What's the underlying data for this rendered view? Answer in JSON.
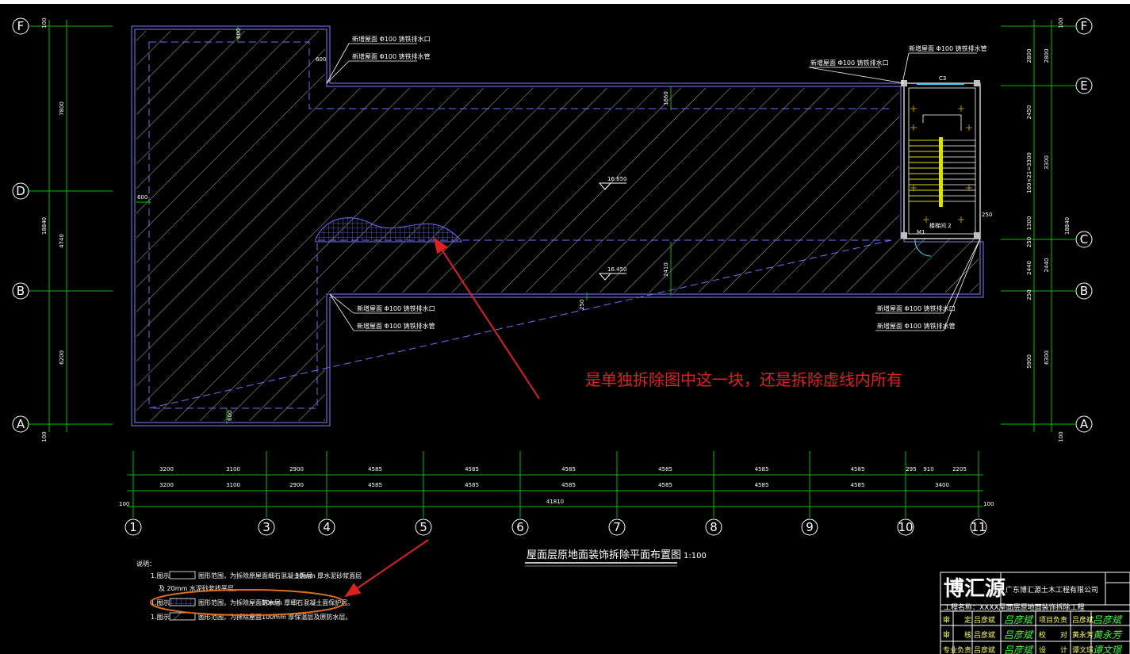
{
  "axes": {
    "rows": [
      {
        "label": "F",
        "side": "both"
      },
      {
        "label": "E",
        "side": "right"
      },
      {
        "label": "D",
        "side": "left"
      },
      {
        "label": "C",
        "side": "right"
      },
      {
        "label": "B",
        "side": "both"
      },
      {
        "label": "A",
        "side": "both"
      }
    ],
    "cols": [
      "1",
      "3",
      "4",
      "5",
      "6",
      "7",
      "8",
      "9",
      "10",
      "11"
    ]
  },
  "dimensions": {
    "bottom_row1": [
      "3200",
      "3100",
      "2900",
      "4585",
      "4585",
      "4585",
      "4585",
      "4585",
      "4585",
      "295",
      "910",
      "2205"
    ],
    "bottom_row2": [
      "3200",
      "3100",
      "2900",
      "4585",
      "4585",
      "4585",
      "4585",
      "4585",
      "4585",
      "3400"
    ],
    "total": "41810",
    "end_left": "100",
    "end_right": "100",
    "left_outer": [
      "7800",
      "4740",
      "6200"
    ],
    "left_total": "18840",
    "left_ends": [
      "100",
      "100"
    ],
    "right_inner": [
      "2800",
      "2450",
      "100×21=3300",
      "1300",
      "250",
      "2440",
      "250",
      "5900"
    ],
    "right_outer": [
      "2800",
      "3300",
      "2440",
      "6300"
    ],
    "right_total": "18840",
    "right_ends": [
      "100",
      "100"
    ],
    "plan_600_a": "600",
    "plan_600_b": "600",
    "plan_600_c": "600",
    "plan_600_d": "600",
    "plan_1660": "1660",
    "plan_2410": "2410",
    "plan_250": "250",
    "plan_250_b": "250",
    "elev_1": "16.650",
    "elev_2": "16.450",
    "stair_c3": "C3",
    "stair_m1": "M1",
    "stair_note": "楼梯间 2"
  },
  "callouts": {
    "tl_1": "新增屋面 Φ100 铸铁排水口",
    "tl_2": "新增屋面 Φ100 铸铁排水管",
    "ml_1": "新增屋面 Φ100 铸铁排水口",
    "ml_2": "新增屋面 Φ100 铸铁排水管",
    "tr_1": "新增屋面 Φ100 铸铁排水口",
    "tr_2": "新增屋面 Φ100 铸铁排水管",
    "br_1": "新增屋面 Φ100 铸铁排水口",
    "br_2": "新增屋面 Φ100 铸铁排水管"
  },
  "annotation": {
    "question": "是单独拆除图中这一块，还是拆除虚线内所有",
    "arrow_color": "#e02020",
    "highlight_color": "#e07020"
  },
  "drawing_title": {
    "title": "屋面层原地面装饰拆除平面布置图",
    "scale": "1:100"
  },
  "legend": {
    "heading": "说明：",
    "items": [
      {
        "prefix": "1.图示",
        "text": "图形范围，为拆除原屋面细石混凝土面层",
        "tail": "30mm 厚水泥砂浆面层"
      },
      {
        "prefix": "",
        "text": "及 20mm 水泥砂浆找平层。",
        "tail": ""
      },
      {
        "prefix": "1.图示",
        "text": "图形范围，为拆除屋面防水层",
        "tail": "50mm 厚细石混凝土面保护层。"
      },
      {
        "prefix": "1.图示",
        "text": "图形范围，为拆除屋面",
        "tail": "100mm 厚保温层及原防水层。"
      }
    ]
  },
  "title_block": {
    "logo": "博汇源",
    "company": "广东博汇源土木工程有限公司",
    "project_line": "工程名称：XXXX屋面层原地面装饰拆除工程",
    "rows": [
      [
        "审　　定",
        "吕彦斌",
        "吕彦斌",
        "项目负责",
        "吕彦斌",
        "吕彦斌"
      ],
      [
        "审　　核",
        "吕彦斌",
        "吕彦斌",
        "校　　对",
        "黄永芳",
        "黄永芳"
      ],
      [
        "专业负责",
        "吕彦斌",
        "吕彦斌",
        "设　　计",
        "谭文璟",
        "谭文璟"
      ]
    ]
  },
  "colors": {
    "axis_green": "#00c000",
    "hatch": "#b0b0b0",
    "wall_blue": "#8080ff",
    "stair_yellow": "#e0e000",
    "text_white": "#ffffff"
  }
}
